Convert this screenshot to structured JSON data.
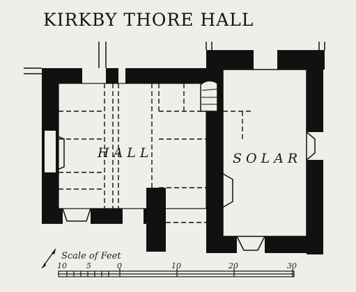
{
  "title": "KIRKBY THORE HALL",
  "rooms": {
    "hall": "HALL",
    "solar": "SOLAR"
  },
  "scale": {
    "label": "Scale of Feet",
    "ticks": [
      "10",
      "5",
      "0",
      "10",
      "20",
      "30"
    ]
  },
  "colors": {
    "wall": "#111111",
    "paper": "#efeee9",
    "ink": "#1a1a1a"
  }
}
